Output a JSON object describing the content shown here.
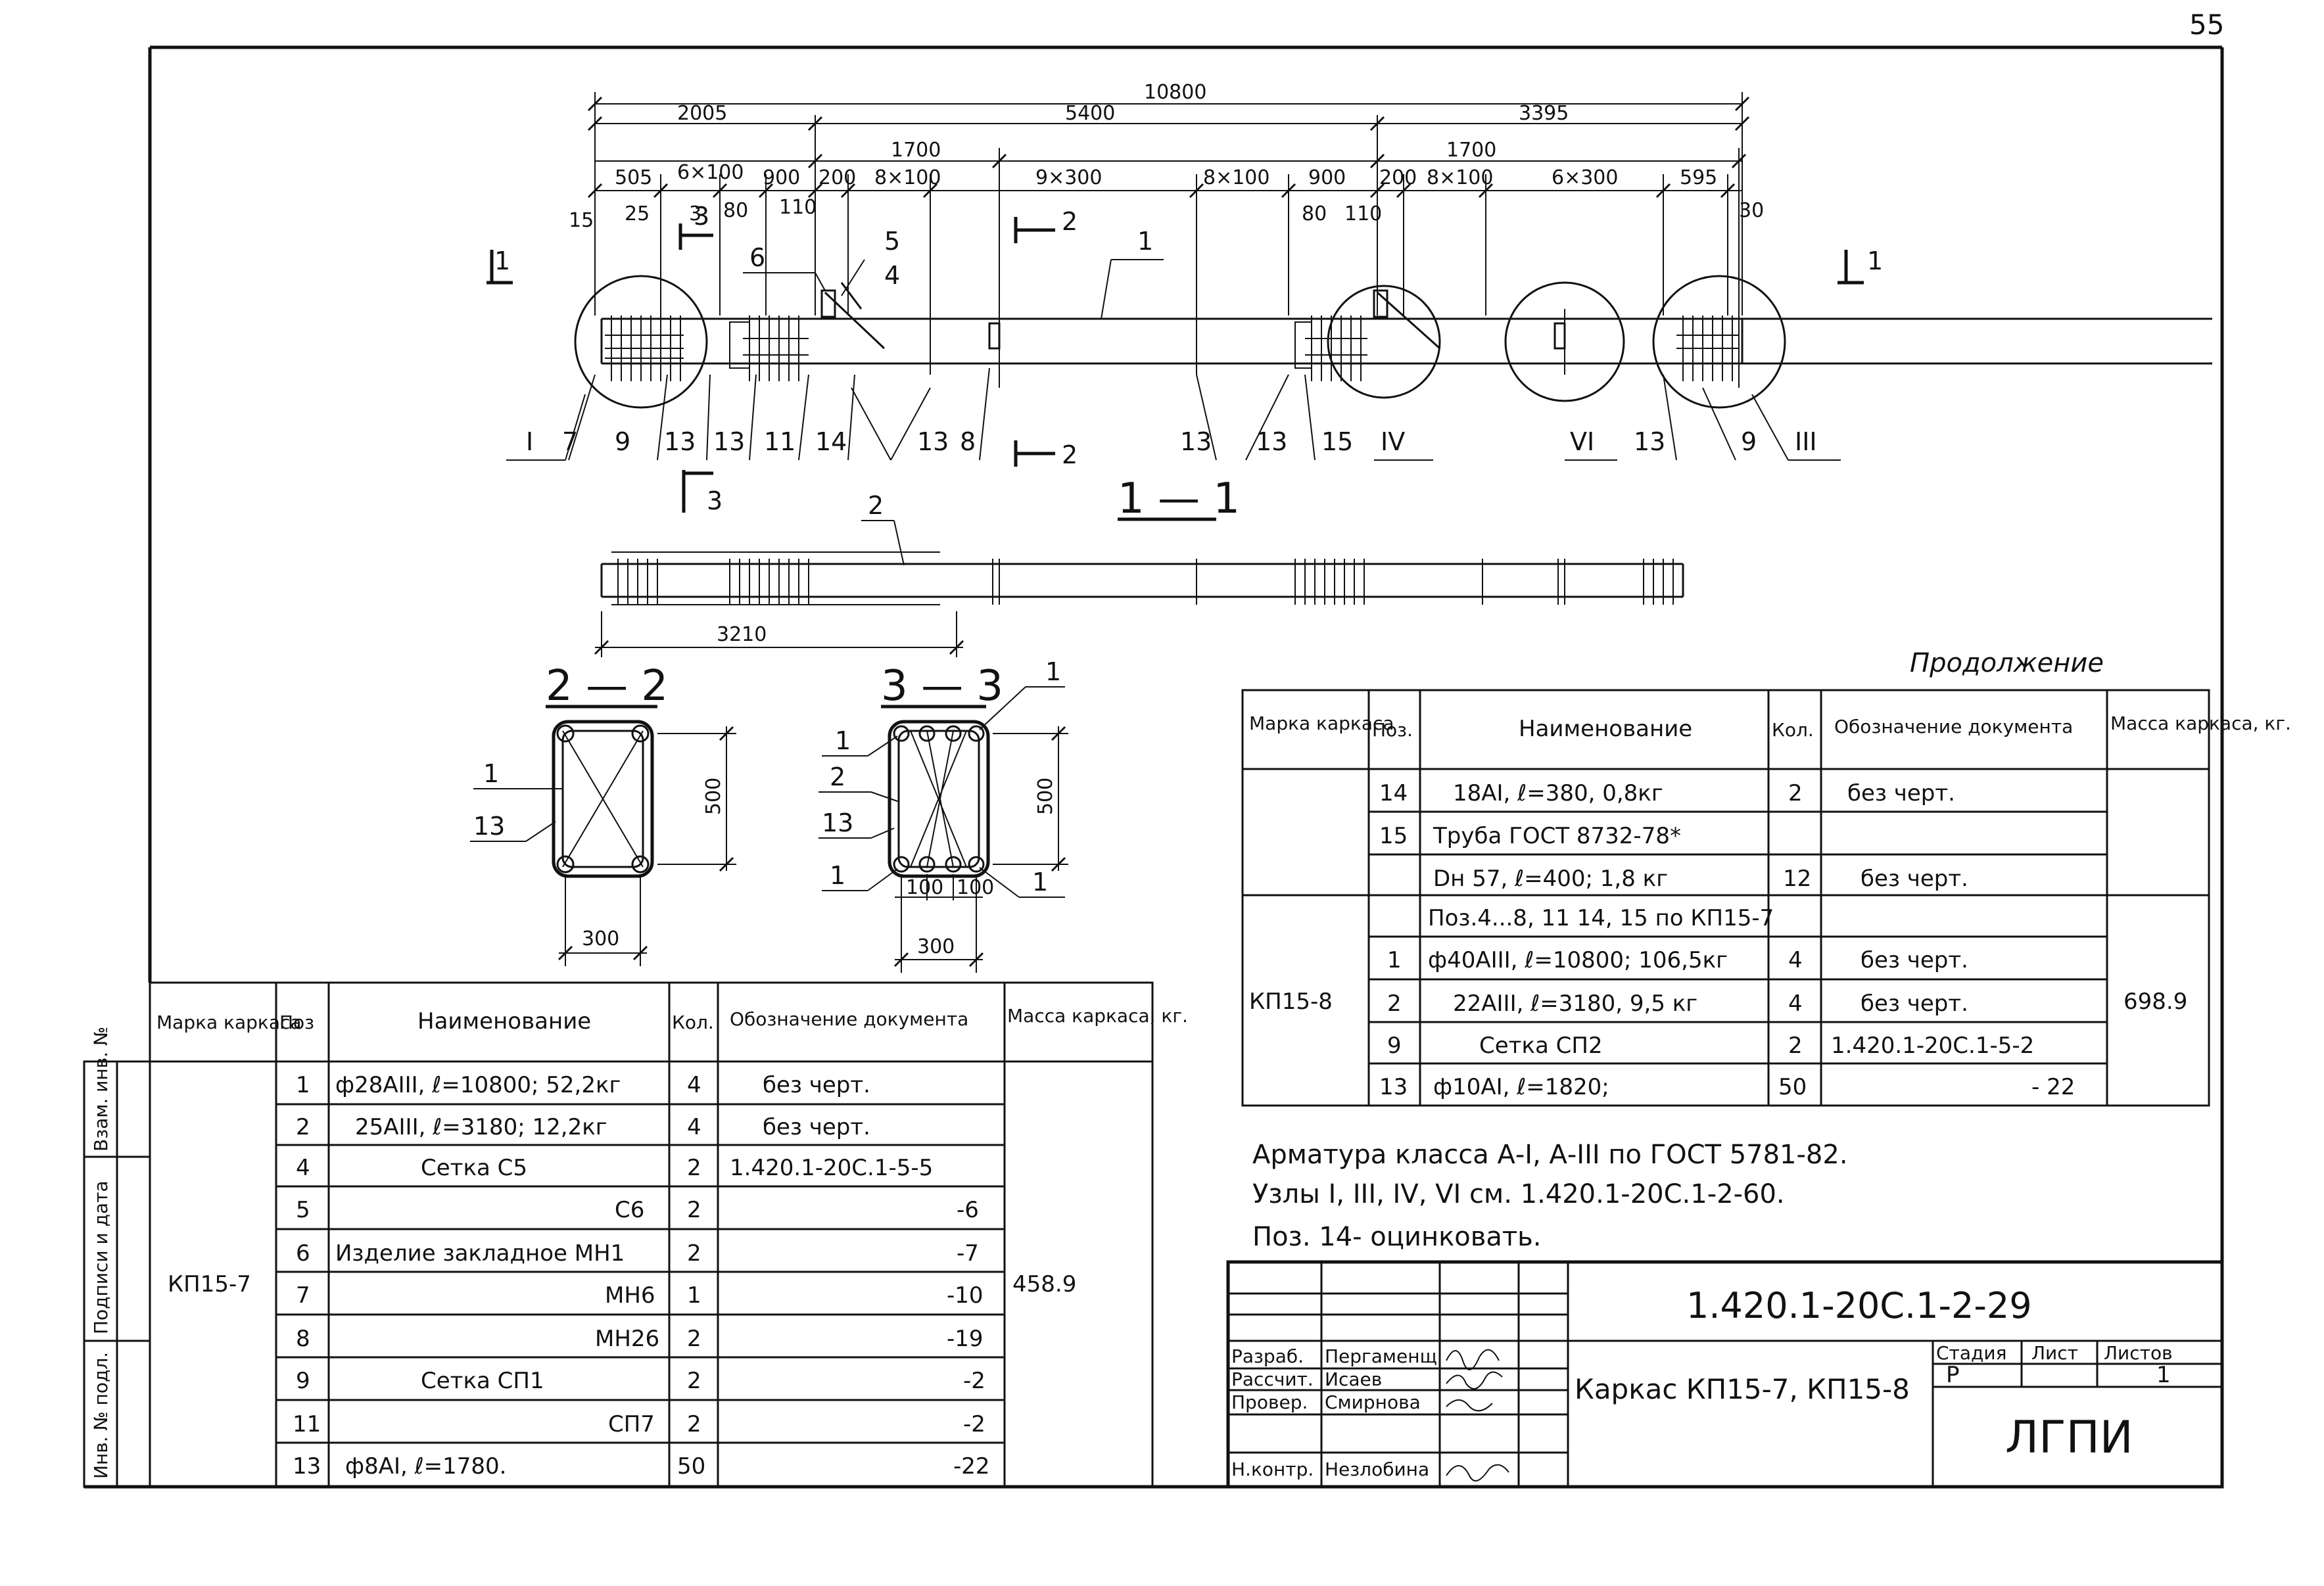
{
  "page_number": "55",
  "dims": {
    "total": "10800",
    "seg_2005": "2005",
    "seg_5400": "5400",
    "seg_3395": "3395",
    "d_1700a": "1700",
    "d_1700b": "1700",
    "d_505": "505",
    "d_6x100a": "6×100",
    "d_900a": "900",
    "d_200a": "200",
    "d_8x100a": "8×100",
    "d_9x300": "9×300",
    "d_8x100b": "8×100",
    "d_900b": "900",
    "d_200b": "200",
    "d_8x100c": "8×100",
    "d_6x300": "6×300",
    "d_595": "595",
    "d_15": "15",
    "d_25": "25",
    "d_80a": "80",
    "d_110a": "110",
    "d_80b": "80",
    "d_110b": "110",
    "d_30": "30",
    "d_3210": "3210",
    "d_500a": "500",
    "d_300a": "300",
    "d_500b": "500",
    "d_300b": "300",
    "d_100a": "100",
    "d_100b": "100"
  },
  "labels": {
    "sec_1_left": "1",
    "sec_1_right": "1",
    "sec_2_top": "2",
    "sec_2_bot": "2",
    "sec_3_top": "3",
    "sec_3_bot": "3",
    "p1": "1",
    "p2": "2",
    "p4": "4",
    "p5": "5",
    "p6": "6",
    "node_I": "I",
    "p7": "7",
    "p9a": "9",
    "p13a": "13",
    "p13b": "13",
    "p11": "11",
    "p14": "14",
    "p13c": "13",
    "p8": "8",
    "p13d": "13",
    "p13e": "13",
    "p15": "15",
    "node_IV": "IV",
    "node_VI": "VI",
    "p13f": "13",
    "p9b": "9",
    "node_III": "III",
    "sec_title_11": "1 — 1",
    "sec_title_22": "2 — 2",
    "sec_title_33": "3 — 3",
    "s22_1": "1",
    "s22_13": "13",
    "s33_1a": "1",
    "s33_1b": "1",
    "s33_2": "2",
    "s33_13": "13",
    "s33_1c": "1",
    "s33_1d": "1"
  },
  "table_right": {
    "title": "Продолжение",
    "headers": {
      "marka": "Марка каркаса",
      "poz": "Поз.",
      "name": "Наименование",
      "kol": "Кол.",
      "doc": "Обозначение документа",
      "mass": "Масса каркаса, кг."
    },
    "rows": [
      {
        "poz": "14",
        "name": "18АI, ℓ=380,   0,8кг",
        "kol": "2",
        "doc": "без черт."
      },
      {
        "poz": "15",
        "name": "Труба ГОСТ 8732-78*",
        "kol": "",
        "doc": ""
      },
      {
        "poz": "",
        "name": "Dн 57, ℓ=400;   1,8 кг",
        "kol": "12",
        "doc": "без черт."
      },
      {
        "poz": "",
        "name": "Поз.4...8, 11 14, 15 по КП15-7",
        "kol": "",
        "doc": ""
      },
      {
        "poz": "1",
        "name": "ф40АIII, ℓ=10800; 106,5кг",
        "kol": "4",
        "doc": "без черт."
      },
      {
        "poz": "2",
        "name": "22АIII, ℓ=3180,   9,5 кг",
        "kol": "4",
        "doc": "без черт."
      },
      {
        "poz": "9",
        "name": "Сетка СП2",
        "kol": "2",
        "doc": "1.420.1-20С.1-5-2"
      },
      {
        "poz": "13",
        "name": "ф10АI, ℓ=1820;",
        "kol": "50",
        "doc": "- 22"
      }
    ],
    "marka_value": "КП15-8",
    "mass_value": "698.9"
  },
  "table_left": {
    "headers": {
      "marka": "Марка каркаса",
      "poz": "Поз",
      "name": "Наименование",
      "kol": "Кол.",
      "doc": "Обозначение документа",
      "mass": "Масса каркаса, кг."
    },
    "rows": [
      {
        "poz": "1",
        "name": "ф28АIII, ℓ=10800;  52,2кг",
        "kol": "4",
        "doc": "без черт."
      },
      {
        "poz": "2",
        "name": "25АIII, ℓ=3180;  12,2кг",
        "kol": "4",
        "doc": "без черт."
      },
      {
        "poz": "4",
        "name": "Сетка С5",
        "kol": "2",
        "doc": "1.420.1-20С.1-5-5"
      },
      {
        "poz": "5",
        "name": "С6",
        "kol": "2",
        "doc": "-6"
      },
      {
        "poz": "6",
        "name": "Изделие закладное МН1",
        "kol": "2",
        "doc": "-7"
      },
      {
        "poz": "7",
        "name": "МН6",
        "kol": "1",
        "doc": "-10"
      },
      {
        "poz": "8",
        "name": "МН26",
        "kol": "2",
        "doc": "-19"
      },
      {
        "poz": "9",
        "name": "Сетка СП1",
        "kol": "2",
        "doc": "-2"
      },
      {
        "poz": "11",
        "name": "СП7",
        "kol": "2",
        "doc": "-2"
      },
      {
        "poz": "13",
        "name": "ф8АI,  ℓ=1780.",
        "kol": "50",
        "doc": "-22"
      }
    ],
    "marka_value": "КП15-7",
    "mass_value": "458.9"
  },
  "notes": [
    "Арматура класса А-I, А-III по ГОСТ 5781-82.",
    "Узлы I, III, IV, VI см. 1.420.1-20С.1-2-60.",
    "Поз. 14- оцинковать."
  ],
  "side_stamp": {
    "col1": "Инв. № подл.",
    "col2": "Подписи и дата",
    "col3": "Взам. инв. №"
  },
  "title_block": {
    "doc_code": "1.420.1-20С.1-2-29",
    "title": "Каркас КП15-7, КП15-8",
    "stadiya_label": "Стадия",
    "list_label": "Лист",
    "listov_label": "Листов",
    "stadiya": "Р",
    "listov": "1",
    "org": "ЛГПИ",
    "roles": [
      {
        "role": "Разраб.",
        "name": "Пергаменщ"
      },
      {
        "role": "Рассчит.",
        "name": "Исаев"
      },
      {
        "role": "Провер.",
        "name": "Смирнова"
      },
      {
        "role": "Н.контр.",
        "name": "Незлобина"
      }
    ]
  }
}
